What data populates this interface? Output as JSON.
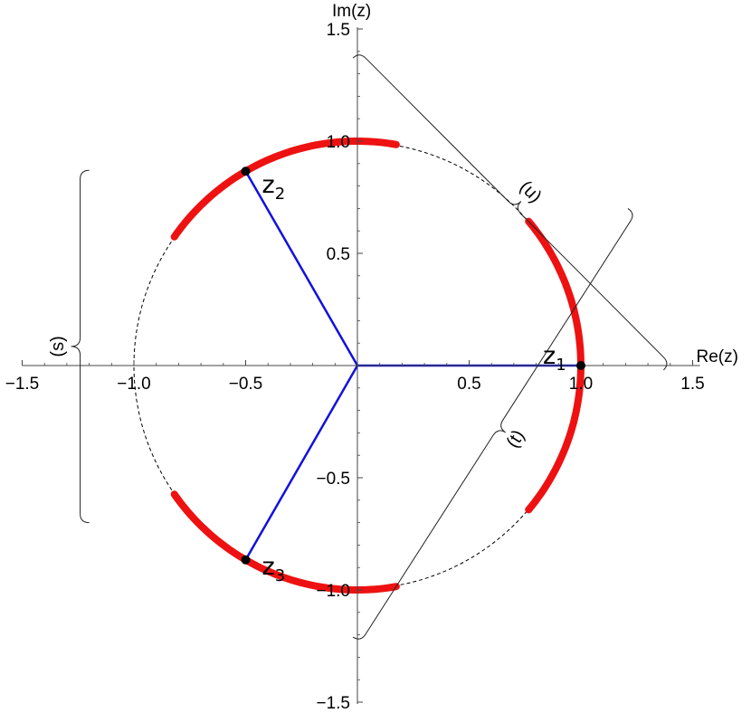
{
  "chart_data": {
    "type": "scatter",
    "axes": {
      "xlabel": "Re(z)",
      "ylabel": "Im(z)",
      "xlim": [
        -1.5,
        1.5
      ],
      "ylim": [
        -1.5,
        1.5
      ],
      "xticks": [
        {
          "value": -1.5,
          "label": "−1.5"
        },
        {
          "value": -1.0,
          "label": "−1.0"
        },
        {
          "value": -0.5,
          "label": "−0.5"
        },
        {
          "value": 0.5,
          "label": "0.5"
        },
        {
          "value": 1.0,
          "label": "1.0"
        },
        {
          "value": 1.5,
          "label": "1.5"
        }
      ],
      "yticks": [
        {
          "value": 1.5,
          "label": "1.5"
        },
        {
          "value": 1.0,
          "label": "1.0"
        },
        {
          "value": 0.5,
          "label": "0.5"
        },
        {
          "value": -0.5,
          "label": "−0.5"
        },
        {
          "value": -1.0,
          "label": "−1.0"
        },
        {
          "value": -1.5,
          "label": "−1.5"
        }
      ],
      "grid": false
    },
    "unit_circle": {
      "radius": 1,
      "style": "dashed"
    },
    "red_arcs_deg": [
      [
        -40,
        40
      ],
      [
        80,
        145
      ],
      [
        -145,
        -80
      ]
    ],
    "red_color": "#ee1111",
    "points": [
      {
        "x": 1.0,
        "y": 0.0,
        "label": "z",
        "sub": "1"
      },
      {
        "x": -0.5,
        "y": 0.866,
        "label": "z",
        "sub": "2"
      },
      {
        "x": -0.5,
        "y": -0.866,
        "label": "z",
        "sub": "3"
      }
    ],
    "ray_color": "#1111dd",
    "braces": [
      {
        "label": "(u)",
        "from": [
          -0.02,
          1.37
        ],
        "to": [
          1.37,
          -0.02
        ]
      },
      {
        "label": "(t)",
        "from": [
          -0.02,
          -1.21
        ],
        "to": [
          1.21,
          0.7
        ]
      },
      {
        "label": "(s)",
        "from": [
          -1.2,
          -0.7
        ],
        "to": [
          -1.2,
          0.87
        ]
      }
    ]
  }
}
